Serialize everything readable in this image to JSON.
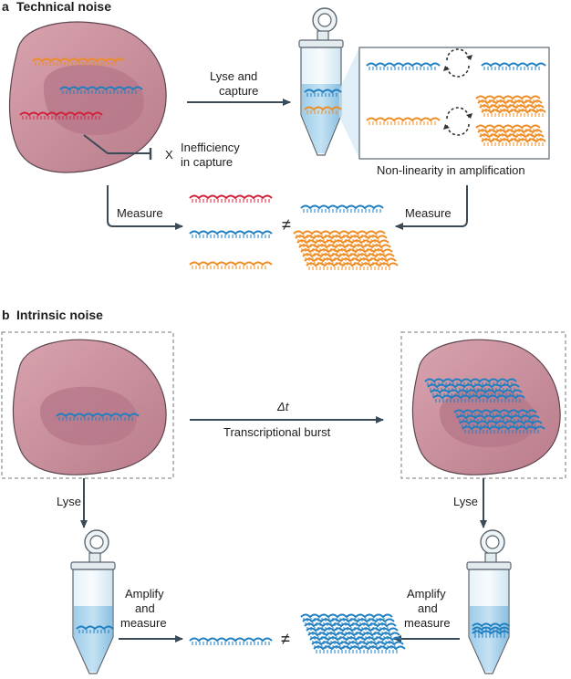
{
  "panel_a": {
    "letter": "a",
    "title": "Technical noise",
    "lyse_label_1": "Lyse and",
    "lyse_label_2": "capture",
    "inefficiency_mark": "X",
    "inefficiency_1": "Inefficiency",
    "inefficiency_2": "in capture",
    "nonlinearity": "Non-linearity in amplification",
    "measure_left": "Measure",
    "measure_right": "Measure",
    "not_equal": "≠"
  },
  "panel_b": {
    "letter": "b",
    "title": "Intrinsic noise",
    "delta_t": "Δt",
    "burst": "Transcriptional burst",
    "lyse_left": "Lyse",
    "lyse_right": "Lyse",
    "amp_left_1": "Amplify",
    "amp_left_2": "and",
    "amp_left_3": "measure",
    "amp_right_1": "Amplify",
    "amp_right_2": "and",
    "amp_right_3": "measure",
    "not_equal": "≠"
  },
  "colors": {
    "blue": "#1f7fc0",
    "orange": "#ee8c23",
    "red": "#d3203a",
    "cell": "#c98f9c",
    "nucleus": "#b7788a",
    "arrow": "#3b4a57",
    "tube": "#d3e8f4",
    "liquid": "#8fc4e6"
  }
}
